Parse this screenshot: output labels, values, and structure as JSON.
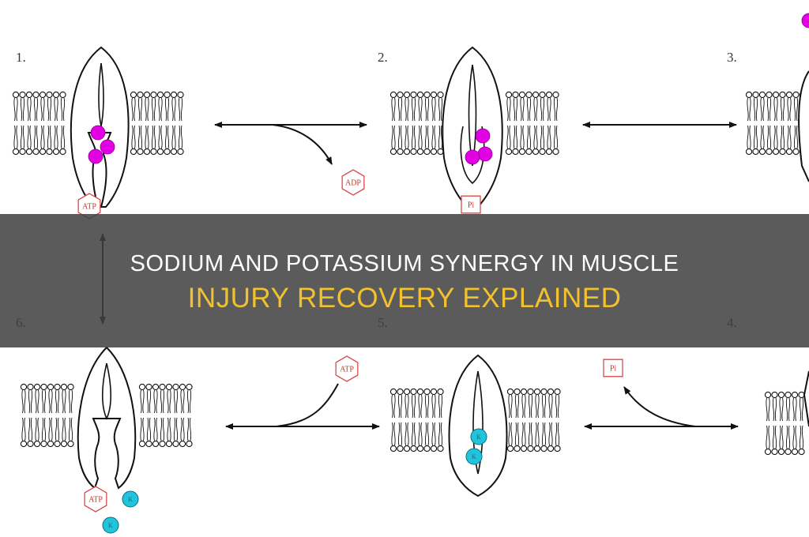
{
  "banner": {
    "title_line1": "SODIUM AND POTASSIUM SYNERGY IN MUSCLE",
    "title_line2": "INJURY RECOVERY EXPLAINED",
    "line1_color": "#ffffff",
    "line2_color": "#f2c12e"
  },
  "diagram": {
    "steps": [
      {
        "label": "1."
      },
      {
        "label": "2."
      },
      {
        "label": "3."
      },
      {
        "label": "4."
      },
      {
        "label": "5."
      },
      {
        "label": "6."
      }
    ],
    "tags": {
      "atp_step1": "ATP",
      "adp_step1": "ADP",
      "pi_step2": "Pi",
      "atp_step5": "ATP",
      "pi_step4": "Pi",
      "atp_step6": "ATP"
    },
    "ion_labels": {
      "k": "K"
    },
    "colors": {
      "sodium_ion": "#e400e4",
      "potassium_ion": "#22c3dc",
      "tag_outline": "#d94a4a",
      "line": "#111111"
    }
  }
}
